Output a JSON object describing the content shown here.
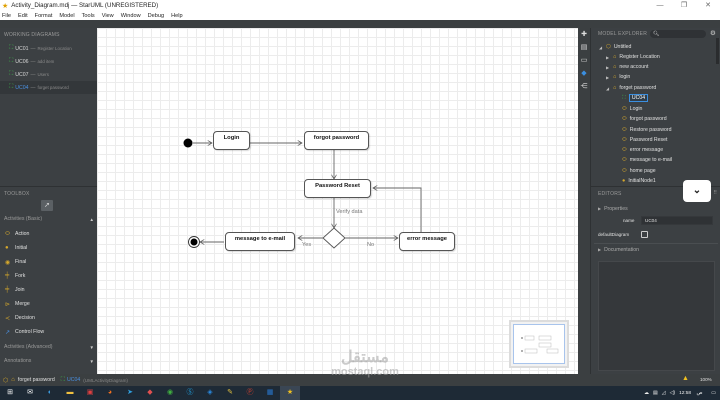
{
  "window": {
    "title": "Activity_Diagram.mdj — StarUML (UNREGISTERED)",
    "app_icon": "staruml-star-icon",
    "controls": {
      "minimize": "—",
      "maximize": "❐",
      "close": "✕"
    }
  },
  "menu": [
    "File",
    "Edit",
    "Format",
    "Model",
    "Tools",
    "View",
    "Window",
    "Debug",
    "Help"
  ],
  "working_diagrams": {
    "title": "WORKING DIAGRAMS",
    "items": [
      {
        "id": "UC01",
        "sep": "—",
        "name": "Register Location",
        "active": false
      },
      {
        "id": "UC06",
        "sep": "—",
        "name": "add item",
        "active": false
      },
      {
        "id": "UC07",
        "sep": "—",
        "name": "Users",
        "active": false
      },
      {
        "id": "UC04",
        "sep": "—",
        "name": "forget password",
        "active": true
      }
    ]
  },
  "toolbox": {
    "title": "TOOLBOX",
    "pointer_icon": "cursor-pointer-icon",
    "groups": {
      "basic": "Activities (Basic)",
      "advanced": "Activities (Advanced)",
      "annotations": "Annotations"
    },
    "items": [
      {
        "label": "Action",
        "icon": "action-icon"
      },
      {
        "label": "Initial",
        "icon": "initial-icon"
      },
      {
        "label": "Final",
        "icon": "final-icon"
      },
      {
        "label": "Fork",
        "icon": "fork-icon"
      },
      {
        "label": "Join",
        "icon": "join-icon"
      },
      {
        "label": "Merge",
        "icon": "merge-icon"
      },
      {
        "label": "Decision",
        "icon": "decision-icon"
      },
      {
        "label": "Control Flow",
        "icon": "control-flow-icon"
      }
    ]
  },
  "diagram": {
    "nodes": {
      "login": "Login",
      "forgot_password": "forgot password",
      "password_reset": "Password Reset",
      "message_to_email": "message to e-mail",
      "error_message": "error message"
    },
    "edge_labels": {
      "verify": "Verify data",
      "yes": "Yes",
      "no": "No"
    }
  },
  "model_explorer": {
    "title": "MODEL EXPLORER",
    "search_placeholder": "",
    "tree": [
      {
        "label": "Untitled",
        "level": 0,
        "toggle": "◢",
        "icon": "project-icon"
      },
      {
        "label": "Register Location",
        "level": 1,
        "toggle": "▶",
        "icon": "model-icon"
      },
      {
        "label": "new account",
        "level": 1,
        "toggle": "▶",
        "icon": "model-icon"
      },
      {
        "label": "login",
        "level": 1,
        "toggle": "▶",
        "icon": "model-icon"
      },
      {
        "label": "forget password",
        "level": 1,
        "toggle": "◢",
        "icon": "model-icon"
      },
      {
        "label": "UC04",
        "level": 2,
        "toggle": "",
        "icon": "diagram-icon",
        "selected": true
      },
      {
        "label": "Login",
        "level": 2,
        "toggle": "",
        "icon": "action-icon"
      },
      {
        "label": "forgot password",
        "level": 2,
        "toggle": "",
        "icon": "action-icon"
      },
      {
        "label": "Restore password",
        "level": 2,
        "toggle": "",
        "icon": "action-icon"
      },
      {
        "label": "Password Reset",
        "level": 2,
        "toggle": "",
        "icon": "action-icon"
      },
      {
        "label": "error message",
        "level": 2,
        "toggle": "",
        "icon": "action-icon"
      },
      {
        "label": "message to e-mail",
        "level": 2,
        "toggle": "",
        "icon": "action-icon"
      },
      {
        "label": "home page",
        "level": 2,
        "toggle": "",
        "icon": "action-icon"
      },
      {
        "label": "InitialNode1",
        "level": 2,
        "toggle": "",
        "icon": "initial-icon"
      }
    ]
  },
  "editors": {
    "title": "EDITORS",
    "properties_label": "Properties",
    "name_label": "name",
    "name_value": "UC04",
    "default_diagram_label": "defaultDiagram",
    "default_diagram_checked": false,
    "documentation_label": "Documentation"
  },
  "statusbar": {
    "model": "forget password",
    "diagram_id": "UC04",
    "diagram_type": "(UMLActivityDiagram)",
    "zoom": "100%"
  },
  "taskbar": {
    "apps": [
      "windows-start-icon",
      "mail-icon",
      "edge-icon",
      "file-explorer-icon",
      "store-icon",
      "firefox-icon",
      "telegram-icon",
      "figma-icon",
      "chrome-icon",
      "skype-icon",
      "vscode-icon",
      "notes-icon",
      "pdf-icon",
      "outlook-icon",
      "staruml-icon"
    ],
    "clock_time": "12:58",
    "clock_ampm": "ص"
  },
  "watermark": {
    "arabic": "مستقل",
    "latin": "mostaql.com"
  }
}
